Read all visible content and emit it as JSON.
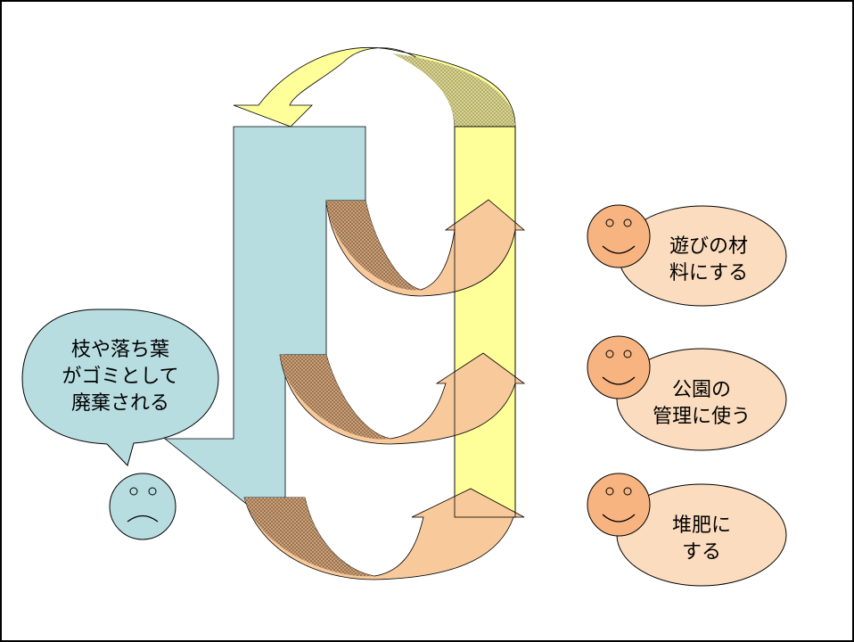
{
  "labels": {
    "sad_callout": {
      "line1": "枝や落ち葉",
      "line2": "がゴミとして",
      "line3": "廃棄される"
    },
    "use_1": {
      "line1": "遊びの材",
      "line2": "料にする"
    },
    "use_2": {
      "line1": "公園の",
      "line2": "管理に使う"
    },
    "use_3": {
      "line1": "堆肥に",
      "line2": "する"
    }
  },
  "colors": {
    "blue_flow": "#b7dde1",
    "yellow_flow": "#ffff99",
    "orange_arrow": "#f8c99b",
    "brown_texture": "#a8805c",
    "face_orange": "#f7b481",
    "bubble_orange": "#fbdcbe",
    "sad_blue": "#b7dde1",
    "border": "#000000"
  }
}
